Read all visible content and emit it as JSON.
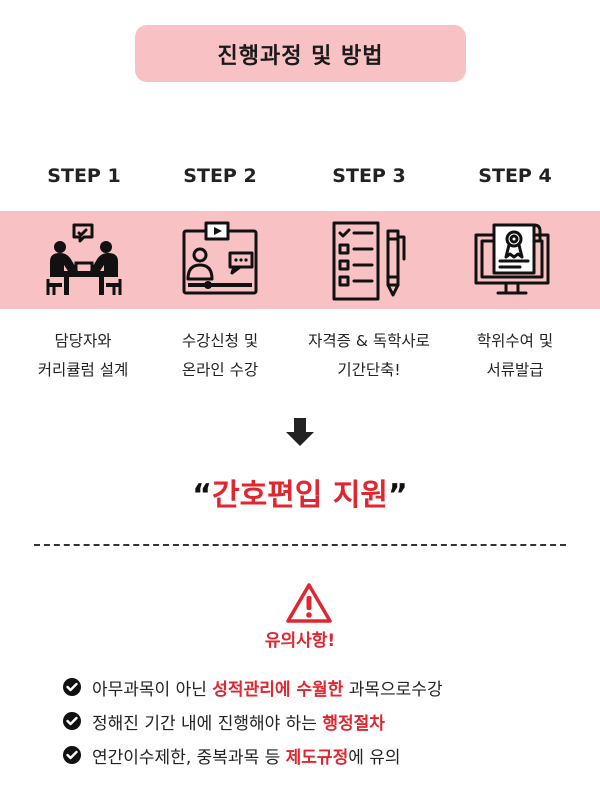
{
  "title": "진행과정 및 방법",
  "steps": [
    {
      "label": "STEP 1",
      "icon": "meeting-icon",
      "line1": "담당자와",
      "line2": "커리큘럼 설계"
    },
    {
      "label": "STEP 2",
      "icon": "online-video-icon",
      "line1": "수강신청 및",
      "line2": "온라인 수강"
    },
    {
      "label": "STEP 3",
      "icon": "checklist-icon",
      "line1": "자격증 & 독학사로",
      "line2": "기간단축!"
    },
    {
      "label": "STEP 4",
      "icon": "certificate-monitor-icon",
      "line1": "학위수여 및",
      "line2": "서류발급"
    }
  ],
  "support": {
    "open_quote": "“",
    "text": "간호편입 지원",
    "close_quote": "”"
  },
  "caution": {
    "title": "유의사항!"
  },
  "notes": [
    {
      "before": "아무과목이 아닌 ",
      "highlight": "성적관리에 수월한",
      "after": " 과목으로수강"
    },
    {
      "before": "정해진 기간 내에 진행해야 하는 ",
      "highlight": "행정절차",
      "after": ""
    },
    {
      "before": "연간이수제한, 중복과목 등 ",
      "highlight": "제도규정",
      "after": "에 유의"
    }
  ],
  "colors": {
    "band": "#f8c2c4",
    "accent": "#e0262e"
  }
}
